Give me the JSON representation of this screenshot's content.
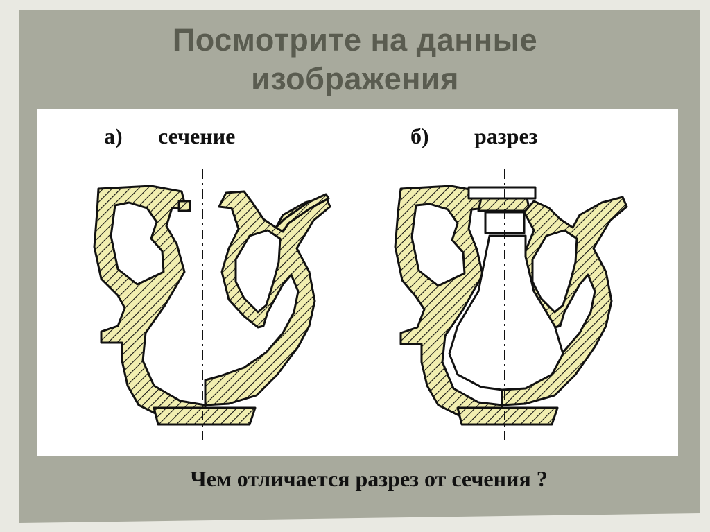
{
  "title": {
    "line1": "Посмотрите на данные",
    "line2": "изображения"
  },
  "figures": {
    "a": {
      "marker": "а)",
      "label": "сечение"
    },
    "b": {
      "marker": "б)",
      "label": "разрез"
    }
  },
  "question": "Чем  отличается  разрез от сечения ?",
  "colors": {
    "frame": "#a8aa9d",
    "title": "#5a5c50",
    "hatch_fill": "#f1eeb0",
    "outline": "#111111"
  }
}
